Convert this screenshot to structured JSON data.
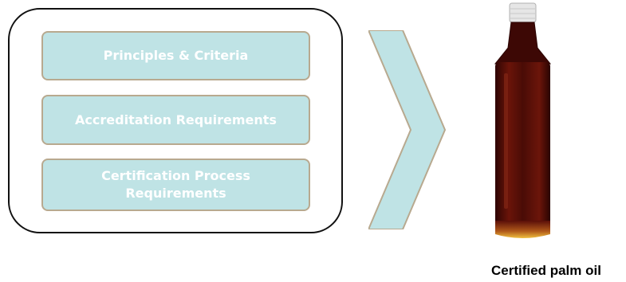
{
  "diagram": {
    "items": [
      {
        "label": "Principles & Criteria"
      },
      {
        "label": "Accreditation Requirements"
      },
      {
        "label": "Certification Process Requirements"
      }
    ],
    "caption": "Certified palm oil"
  },
  "colors": {
    "box_fill": "#bfe3e5",
    "box_border": "#b8a98f",
    "chevron_fill": "#bfe3e5",
    "oil": "#5a0e08"
  },
  "icons": {
    "arrow": "chevron-right-icon",
    "product": "oil-bottle-icon"
  }
}
